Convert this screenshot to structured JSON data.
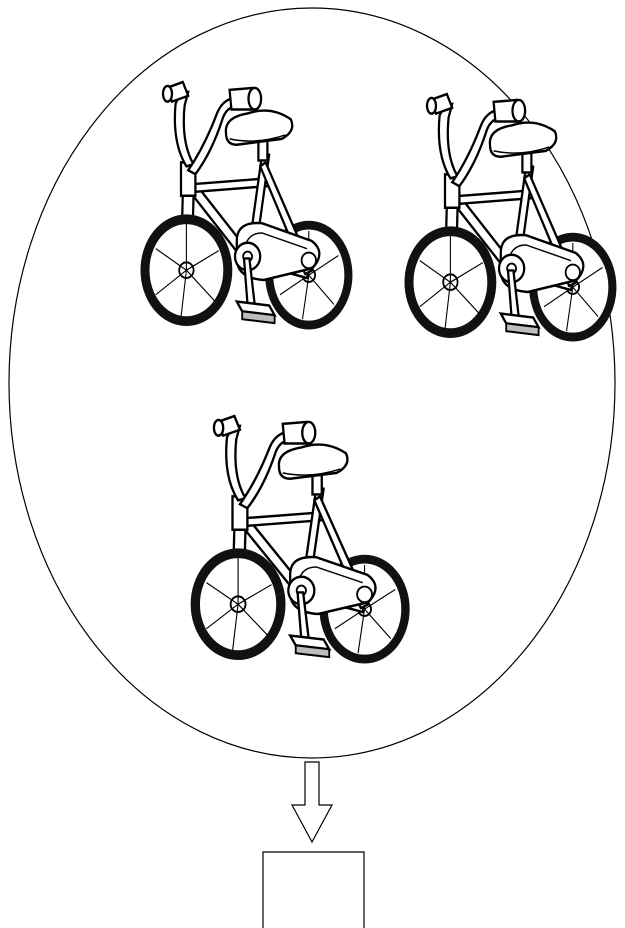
{
  "diagram": {
    "description_items": [],
    "icons": {
      "group": "oval-group",
      "item": "bicycle-icon",
      "arrow": "down-arrow",
      "answer": "answer-box"
    },
    "bicycle_count": 3,
    "answer_box_value": "",
    "colors": {
      "ink": "#000000",
      "paper": "#ffffff",
      "tire": "#111111",
      "shade": "#bdbdbd"
    }
  }
}
